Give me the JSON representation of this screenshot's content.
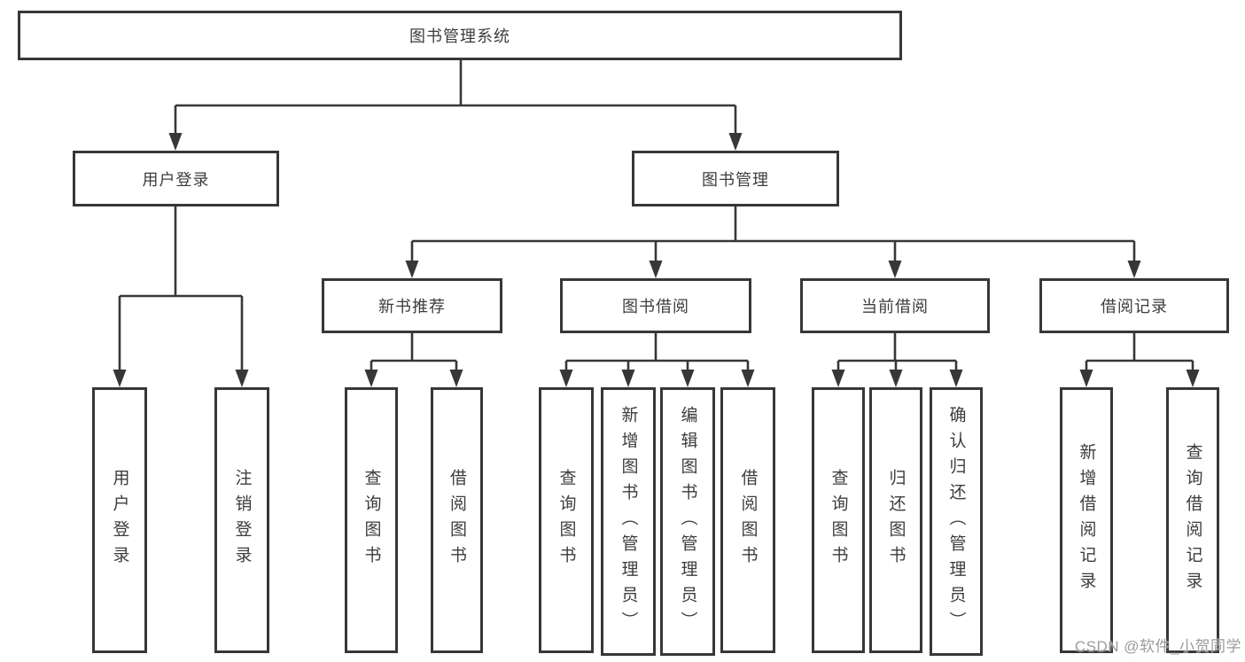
{
  "tree": {
    "root": {
      "label": "图书管理系统"
    },
    "children": [
      {
        "label": "用户登录",
        "children": [
          {
            "label": "用户登录"
          },
          {
            "label": "注销登录"
          }
        ]
      },
      {
        "label": "图书管理",
        "children": [
          {
            "label": "新书推荐",
            "children": [
              {
                "label": "查询图书"
              },
              {
                "label": "借阅图书"
              }
            ]
          },
          {
            "label": "图书借阅",
            "children": [
              {
                "label": "查询图书"
              },
              {
                "label": "新增图书（管理员）"
              },
              {
                "label": "编辑图书（管理员）"
              },
              {
                "label": "借阅图书"
              }
            ]
          },
          {
            "label": "当前借阅",
            "children": [
              {
                "label": "查询图书"
              },
              {
                "label": "归还图书"
              },
              {
                "label": "确认归还（管理员）"
              }
            ]
          },
          {
            "label": "借阅记录",
            "children": [
              {
                "label": "新增借阅记录"
              },
              {
                "label": "查询借阅记录"
              }
            ]
          }
        ]
      }
    ]
  },
  "watermark": "CSDN @软件_小贺同学",
  "colors": {
    "ink": "#373737",
    "text": "#3d3d3d",
    "background": "#ffffff",
    "watermark_gray": "#9b9b9b"
  }
}
